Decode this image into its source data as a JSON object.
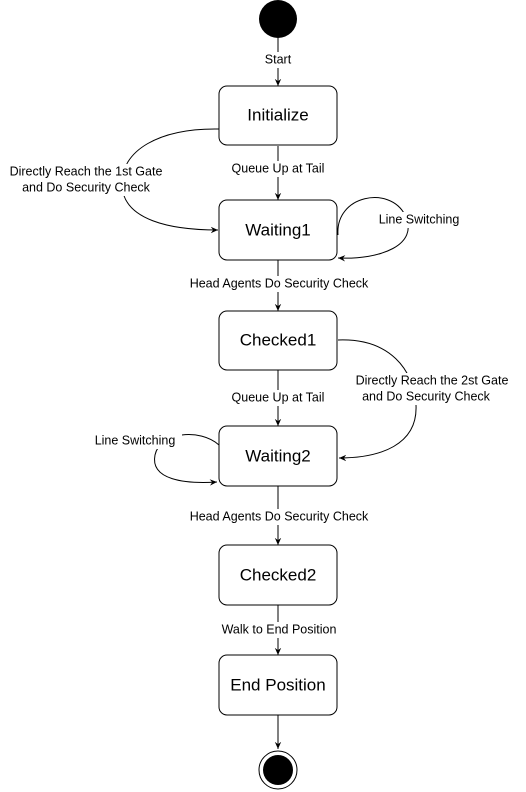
{
  "states": {
    "initialize": "Initialize",
    "waiting1": "Waiting1",
    "checked1": "Checked1",
    "waiting2": "Waiting2",
    "checked2": "Checked2",
    "end_position": "End Position"
  },
  "transitions": {
    "start": "Start",
    "queue_up_1": "Queue Up at Tail",
    "direct_gate1_line1": "Directly Reach the 1st Gate",
    "direct_gate1_line2": "and Do Security Check",
    "line_switching_1": "Line Switching",
    "head_check_1": "Head Agents Do Security Check",
    "queue_up_2": "Queue Up at Tail",
    "direct_gate2_line1": "Directly Reach the 2st Gate",
    "direct_gate2_line2": "and Do Security Check",
    "line_switching_2": "Line Switching",
    "head_check_2": "Head Agents Do Security Check",
    "walk_to_end": "Walk to End Position"
  },
  "colors": {
    "stroke": "#000000",
    "fill": "#ffffff",
    "node_fill": "#000000"
  }
}
